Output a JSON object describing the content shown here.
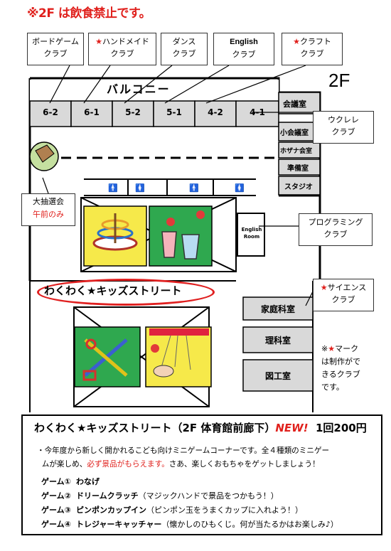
{
  "warning": "※2F は飲食禁止です。",
  "floor": "2F",
  "balcony": "バルコニー",
  "clubs": {
    "boardgame": {
      "line1": "ボードゲーム",
      "line2": "クラブ"
    },
    "handmade": {
      "star": "★",
      "line1": "ハンドメイド",
      "line2": "クラブ"
    },
    "dance": {
      "line1": "ダンス",
      "line2": "クラブ"
    },
    "english": {
      "line1": "English",
      "line2": "クラブ"
    },
    "craft": {
      "star": "★",
      "line1": "クラフト",
      "line2": "クラブ"
    },
    "ukulele": {
      "line1": "ウクレレ",
      "line2": "クラブ"
    },
    "programming": {
      "line1": "プログラミング",
      "line2": "クラブ"
    },
    "science": {
      "star": "★",
      "line1": "サイエンス",
      "line2": "クラブ"
    }
  },
  "rooms_top": [
    "6-2",
    "6-1",
    "5-2",
    "5-1",
    "4-2",
    "4-1"
  ],
  "rooms_right": [
    "会議室",
    "小会議室",
    "ホザナ会室",
    "準備室",
    "スタジオ"
  ],
  "english_room": {
    "line1": "English",
    "line2": "Room"
  },
  "rooms_lower": [
    "家庭科室",
    "理科室",
    "図工室"
  ],
  "lottery": {
    "line1": "大抽選会",
    "line2": "午前のみ"
  },
  "kids_street": "わくわく★キッズストリート",
  "note": {
    "star": "★",
    "line1": "※",
    "line1b": "マーク",
    "line2": "は制作がで",
    "line3": "きるクラブ",
    "line4": "です。"
  },
  "info": {
    "title": "わくわく★キッズストリート（2F 体育館前廊下）",
    "new": "NEW!",
    "price": "1回200円",
    "body1": "・今年度から新しく開かれるこども向けミニゲームコーナーです。全４種類のミニゲー",
    "body2a": "ムが楽しめ、",
    "body2red": "必ず景品がもらえます。",
    "body2b": "さあ、楽しくおもちゃをゲットしましょう！",
    "games": [
      {
        "num": "ゲーム①",
        "name": "わなげ",
        "desc": ""
      },
      {
        "num": "ゲーム②",
        "name": "ドリームクラッチ",
        "desc": "（マジックハンドで景品をつかもう！）"
      },
      {
        "num": "ゲーム③",
        "name": "ピンポンカップイン",
        "desc": "（ピンポン玉をうまくカップに入れよう！）"
      },
      {
        "num": "ゲーム④",
        "name": "トレジャーキャッチャー",
        "desc": "（懐かしのひもくじ。何が当たるかはお楽しみ♪）"
      }
    ]
  },
  "colors": {
    "accent": "#e0201c",
    "room_fill": "#d9d9d9",
    "yellow": "#f6e94a",
    "green_panel": "#2fa84f"
  }
}
